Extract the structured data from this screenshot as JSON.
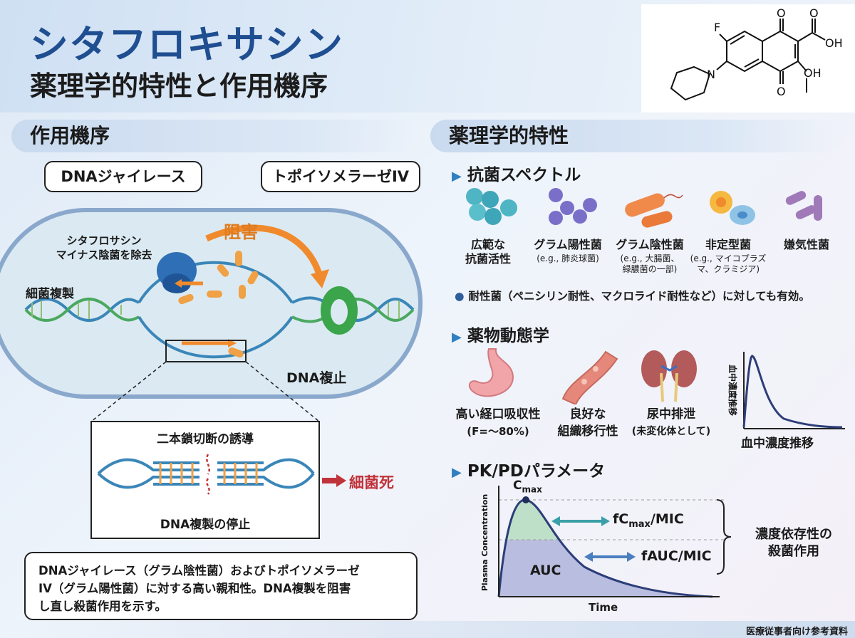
{
  "header": {
    "title": "シタフロキサシン",
    "subtitle": "薬理学的特性と作用機序"
  },
  "structure": {
    "atom_f": "F",
    "atom_n": "N",
    "atom_o_top": "O",
    "atom_o_bottom": "O",
    "acid": "OH",
    "acid_o": "O",
    "hydroxyl": "OH"
  },
  "mechanism": {
    "heading": "作用機序",
    "gyrase_label": "DNAジャイレース",
    "topo_label": "トポイソメラーゼIV",
    "inhibit_label": "阻害",
    "drug_label_line1": "シタフロサシン",
    "drug_label_line2": "マイナス陰菌を除去",
    "replication_label": "細菌複製",
    "dna_stop_label": "DNA複止",
    "zoom_top_label": "二本鎖切断の誘導",
    "zoom_bottom_label": "DNA複製の停止",
    "death_label": "細菌死",
    "note_lines": [
      "DNAジャイレース（グラム陰性菌）およびトポイソメラーゼ",
      "IV（グラム陽性菌）に対する高い親和性。DNA複製を阻害",
      "し直し殺菌作用を示す。"
    ]
  },
  "pharmacology": {
    "heading": "薬理学的特性",
    "spectrum": {
      "heading": "抗菌スペクトル",
      "items": [
        {
          "label": "広範な\n抗菌活性",
          "sub": ""
        },
        {
          "label": "グラム陽性菌",
          "sub": "(e.g., 肺炎球菌)"
        },
        {
          "label": "グラム陰性菌",
          "sub": "(e.g., 大腸菌、\n緑膿菌の一部)"
        },
        {
          "label": "非定型菌",
          "sub": "(e.g., マイコプラズ\nマ、クラミジア)"
        },
        {
          "label": "嫌気性菌",
          "sub": ""
        }
      ],
      "resistance_note": "耐性菌（ペニシリン耐性、マクロライド耐性など）に対しても有効。"
    },
    "pk": {
      "heading": "薬物動態学",
      "items": [
        {
          "label": "高い経口吸収性",
          "sub": "(F=〜80%)"
        },
        {
          "label": "良好な",
          "sub": "組織移行性"
        },
        {
          "label": "尿中排泄",
          "sub": "(未変化体として)"
        }
      ],
      "mini_chart_ylabel": "血中濃度推移",
      "mini_chart_caption": "血中濃度推移"
    },
    "pkpd": {
      "heading": "PK/PDパラメータ",
      "cmax_label": "C",
      "cmax_sub": "max",
      "fcmax_label": "fC",
      "fcmax_sub": "max",
      "fcmax_suffix": "/MIC",
      "fauc_label": "fAUC/MIC",
      "auc_label": "AUC",
      "xlabel": "Time",
      "ylabel": "Plasma Concentration",
      "bracket_label_line1": "濃度依存性の",
      "bracket_label_line2": "殺菌作用"
    }
  },
  "footer": "医療従事者向け参考資料",
  "colors": {
    "title_blue": "#1f4e91",
    "accent_orange": "#f08a2c",
    "dna_blue": "#3a86b8",
    "dna_green": "#4aa860",
    "death_red": "#c0333a",
    "curve_navy": "#2c3e78"
  }
}
